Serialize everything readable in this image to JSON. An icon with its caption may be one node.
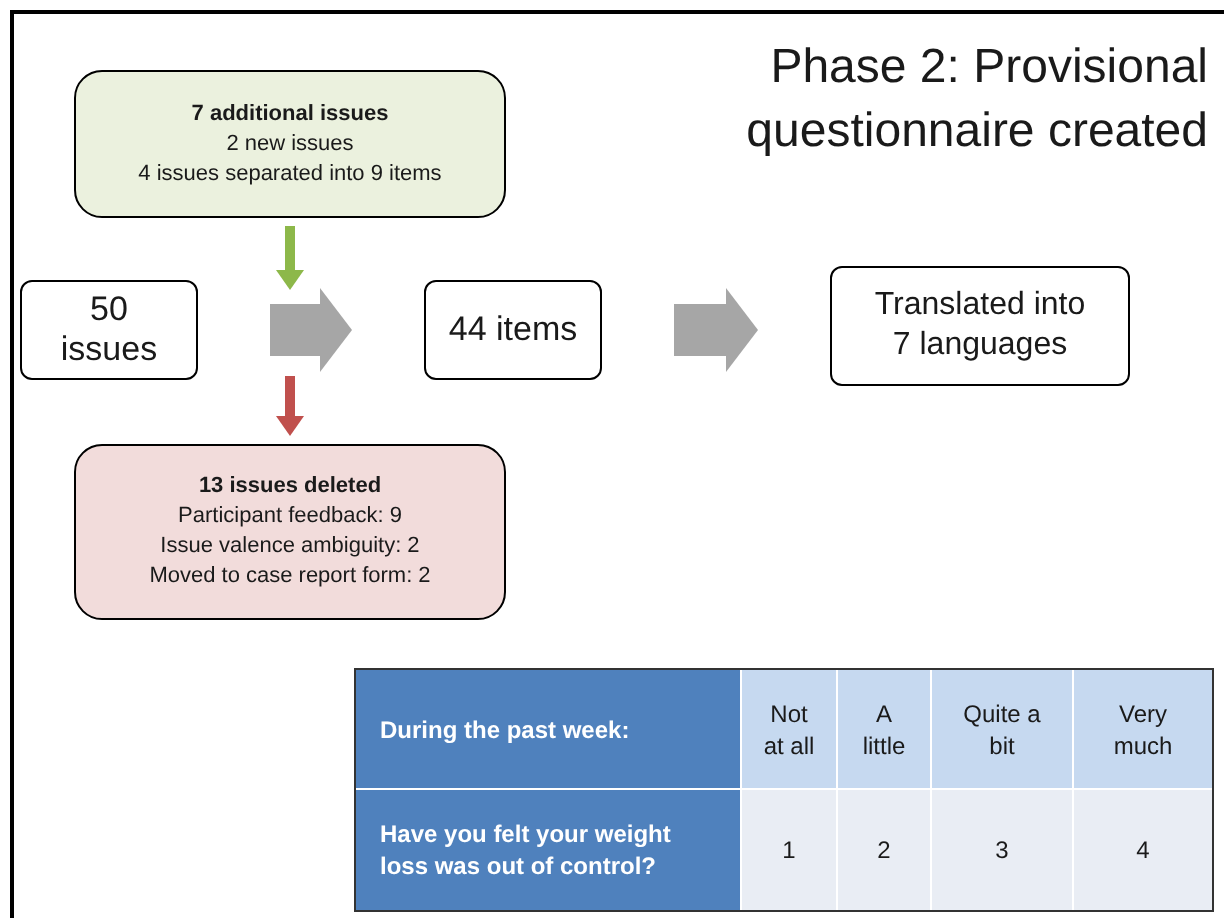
{
  "diagram": {
    "title": "Phase 2: Provisional questionnaire created",
    "nodes": [
      {
        "text": [
          "7 additional issues",
          "2 new issues",
          "4 issues separated into 9 items"
        ]
      },
      {
        "text": [
          "50 issues"
        ]
      },
      {
        "text": [
          "44 items"
        ]
      },
      {
        "text": [
          "Translated into 7 languages"
        ]
      },
      {
        "text": [
          "13 issues deleted",
          "Participant feedback: 9",
          "Issue valence ambiguity: 2",
          "Moved to case report form: 2"
        ]
      }
    ],
    "edges": [
      {
        "from": 0,
        "to": null,
        "arrow": "to",
        "color": "#8db84a"
      },
      {
        "from": 1,
        "to": 2,
        "arrow": "to",
        "style": "thick",
        "color": "#a6a6a6"
      },
      {
        "from": null,
        "to": 4,
        "arrow": "to",
        "color": "#c0504d"
      },
      {
        "from": 2,
        "to": 3,
        "arrow": "to",
        "style": "thick",
        "color": "#a6a6a6"
      }
    ],
    "labels": [
      "During the past week:",
      "Not at all",
      "A little",
      "Quite a bit",
      "Very much",
      "Have you felt your weight loss was out of control?",
      "1",
      "2",
      "3",
      "4"
    ]
  }
}
